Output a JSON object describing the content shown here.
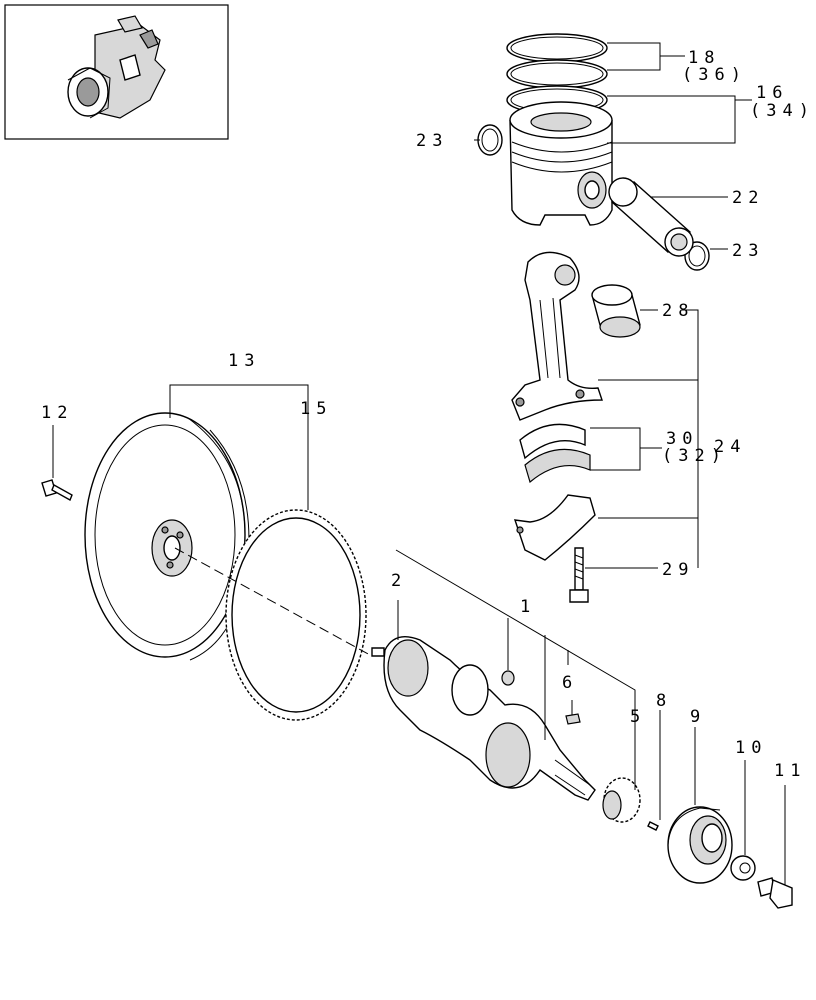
{
  "labels": {
    "l18": "18",
    "l36": "(36)",
    "l16": "16",
    "l34": "(34)",
    "l23a": "23",
    "l22": "22",
    "l23b": "23",
    "l28": "28",
    "l13": "13",
    "l15": "15",
    "l12": "12",
    "l30": "30",
    "l32": "(32)",
    "l24": "24",
    "l29": "29",
    "l2": "2",
    "l1": "1",
    "l6": "6",
    "l5": "5",
    "l8": "8",
    "l9": "9",
    "l10": "10",
    "l11": "11"
  }
}
